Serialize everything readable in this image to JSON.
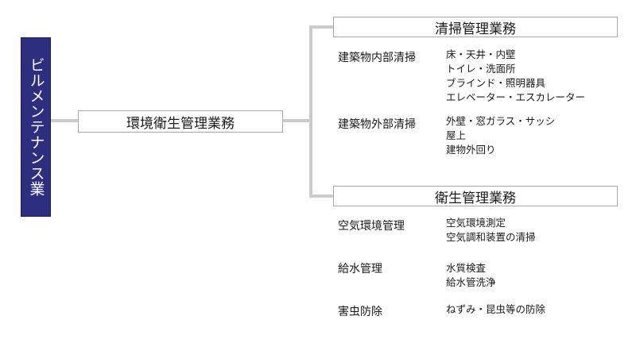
{
  "root": {
    "label": "ビルメンテナンス業"
  },
  "main": {
    "label": "環境衛生管理業務"
  },
  "branches": [
    {
      "title": "清掃管理業務",
      "categories": [
        {
          "label": "建築物内部清掃",
          "items": [
            "床・天井・内壁",
            "トイレ・洗面所",
            "ブラインド・照明器具",
            "エレベーター・エスカレーター"
          ]
        },
        {
          "label": "建築物外部清掃",
          "items": [
            "外壁・窓ガラス・サッシ",
            "屋上",
            "建物外回り"
          ]
        }
      ]
    },
    {
      "title": "衛生管理業務",
      "categories": [
        {
          "label": "空気環境管理",
          "items": [
            "空気環境測定",
            "空気調和装置の清掃"
          ]
        },
        {
          "label": "給水管理",
          "items": [
            "水質検査",
            "給水管洗浄"
          ]
        },
        {
          "label": "害虫防除",
          "items": [
            "ねずみ・昆虫等の防除"
          ]
        }
      ]
    }
  ],
  "colors": {
    "root_fill": "#2e2e80",
    "box_border": "#a8a8a8",
    "connector": "#cccccc"
  }
}
